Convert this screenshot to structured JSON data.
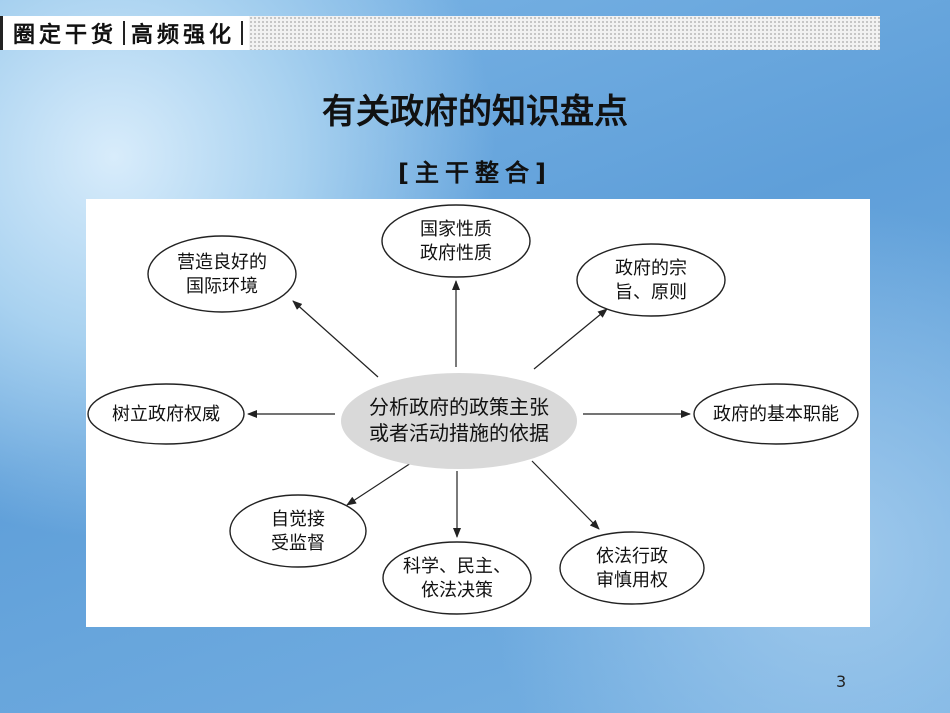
{
  "header": {
    "segments": [
      "圈定干货",
      "高频强化"
    ]
  },
  "title": "有关政府的知识盘点",
  "section_tag": "[主干整合]",
  "diagram": {
    "center": [
      "分析政府的政策主张",
      "或者活动措施的依据"
    ],
    "nodes": [
      {
        "id": "top",
        "lines": [
          "国家性质",
          "政府性质"
        ]
      },
      {
        "id": "top-right",
        "lines": [
          "政府的宗",
          "旨、原则"
        ]
      },
      {
        "id": "right",
        "lines": [
          "政府的基本职能"
        ]
      },
      {
        "id": "bottom-right",
        "lines": [
          "依法行政",
          "审慎用权"
        ]
      },
      {
        "id": "bottom",
        "lines": [
          "科学、民主、",
          "依法决策"
        ]
      },
      {
        "id": "bottom-left",
        "lines": [
          "自觉接",
          "受监督"
        ]
      },
      {
        "id": "left",
        "lines": [
          "树立政府权威"
        ]
      },
      {
        "id": "top-left",
        "lines": [
          "营造良好的",
          "国际环境"
        ]
      }
    ]
  },
  "slide_number": "3"
}
